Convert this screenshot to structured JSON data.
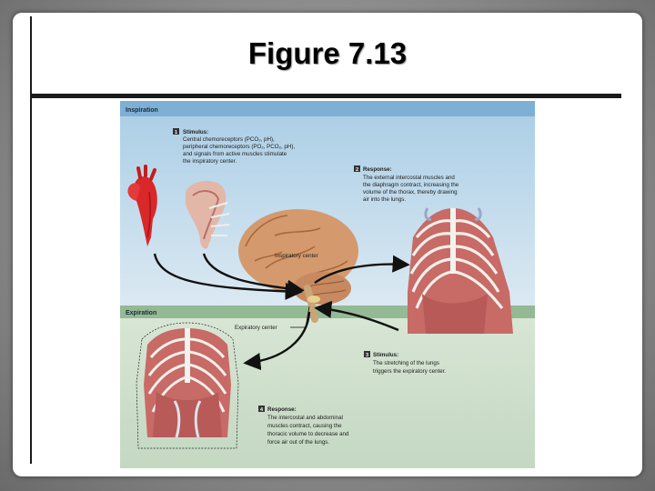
{
  "slide": {
    "title": "Figure 7.13"
  },
  "figure": {
    "inspiration_label": "Inspiration",
    "expiration_label": "Expiration",
    "step1": {
      "number": "1",
      "heading": "Stimulus:",
      "lines": [
        "Central chemoreceptors (PCO₂, pH),",
        "peripheral chemoreceptors (PO₂, PCO₂, pH),",
        "and signals from active muscles stimulate",
        "the inspiratory center."
      ]
    },
    "step2": {
      "number": "2",
      "heading": "Response:",
      "lines": [
        "The external intercostal muscles and",
        "the diaphragm contract, increasing the",
        "volume of the thorax, thereby drawing",
        "air into the lungs."
      ]
    },
    "step3": {
      "number": "3",
      "heading": "Stimulus:",
      "lines": [
        "The stretching of the lungs",
        "triggers the expiratory center."
      ]
    },
    "step4": {
      "number": "4",
      "heading": "Response:",
      "lines": [
        "The intercostal and abdominal",
        "muscles contract, causing the",
        "thoracic volume to decrease and",
        "force air out of the lungs."
      ]
    },
    "inspiratory_center_label": "Inspiratory center",
    "expiratory_center_label": "Expiratory center",
    "colors": {
      "inspiration_band": "#a9cde6",
      "expiration_band": "#c6dcc4",
      "brain": "#d49a6e",
      "muscle": "#c86a66",
      "bone": "#eceee8",
      "artery": "#d8282a"
    }
  }
}
